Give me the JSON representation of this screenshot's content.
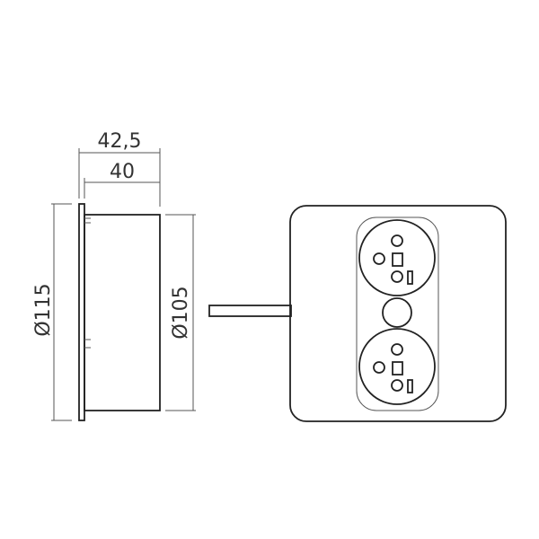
{
  "dimensions": {
    "total_depth": "42,5",
    "body_depth": "40",
    "flange_diameter": "Ø115",
    "body_diameter": "Ø105"
  },
  "colors": {
    "line": "#222222",
    "dimension_line": "#555555"
  }
}
